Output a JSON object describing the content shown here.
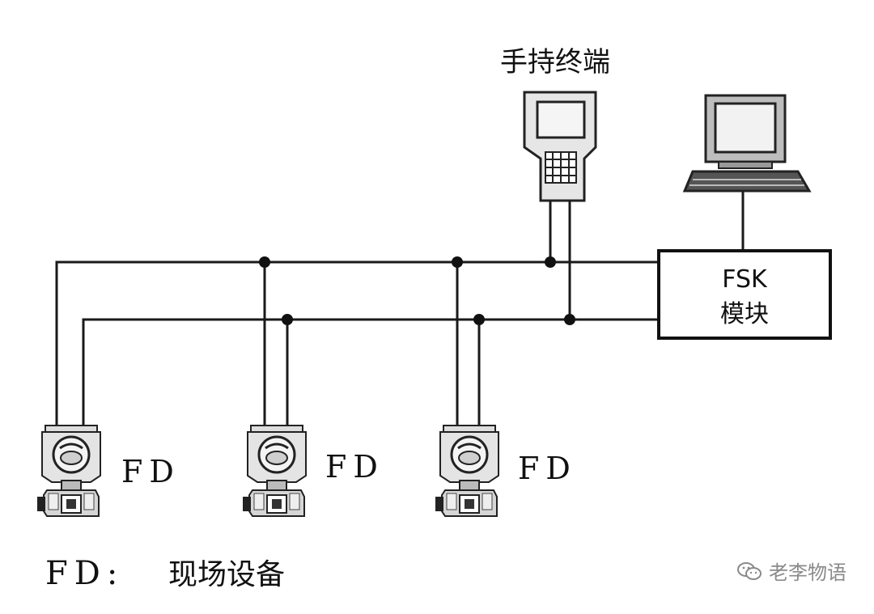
{
  "diagram": {
    "handheld_label": "手持终端",
    "fsk_module": {
      "line1": "FSK",
      "line2": "模块"
    },
    "devices": [
      {
        "label": "FD"
      },
      {
        "label": "FD"
      },
      {
        "label": "FD"
      }
    ],
    "legend": {
      "key": "FD:",
      "value": "现场设备"
    }
  },
  "watermark": {
    "text": "老李物语",
    "icon": "wechat-icon"
  }
}
